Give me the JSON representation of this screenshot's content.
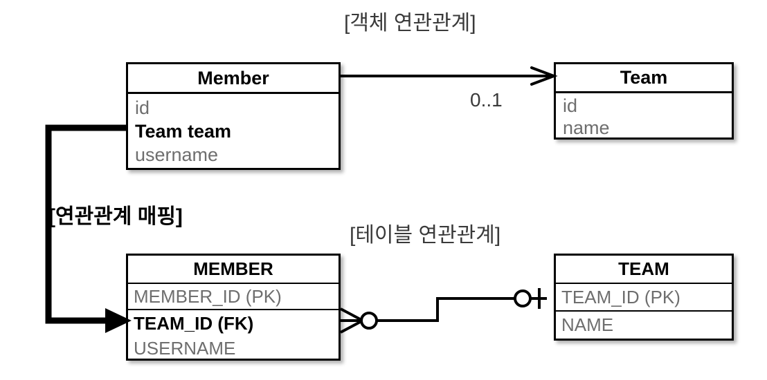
{
  "diagram": {
    "title_object": "[객체 연관관계]",
    "title_table": "[테이블 연관관계]",
    "title_mapping": "[연관관계 매핑]",
    "multiplicity": "0..1",
    "colors": {
      "stroke": "#000000",
      "text_muted": "#6e6e6e",
      "text_caption": "#3a3a3a",
      "background": "#ffffff"
    }
  },
  "object_model": {
    "member": {
      "name": "Member",
      "attributes": [
        {
          "text": "id",
          "emphasis": false
        },
        {
          "text": "Team team",
          "emphasis": true
        },
        {
          "text": "username",
          "emphasis": false
        }
      ]
    },
    "team": {
      "name": "Team",
      "attributes": [
        {
          "text": "id",
          "emphasis": false
        },
        {
          "text": "name",
          "emphasis": false
        }
      ]
    },
    "association": {
      "from": "Member",
      "to": "Team",
      "multiplicity": "0..1",
      "arrow": "open-arrow"
    }
  },
  "table_model": {
    "member": {
      "name": "MEMBER",
      "key_columns": [
        {
          "text": "MEMBER_ID (PK)",
          "emphasis": false
        }
      ],
      "columns": [
        {
          "text": "TEAM_ID (FK)",
          "emphasis": true
        },
        {
          "text": "USERNAME",
          "emphasis": false
        }
      ]
    },
    "team": {
      "name": "TEAM",
      "key_columns": [
        {
          "text": "TEAM_ID (PK)",
          "emphasis": false
        }
      ],
      "columns": [
        {
          "text": "NAME",
          "emphasis": false
        }
      ]
    },
    "relationship": {
      "left_cardinality": "zero-or-many-crowsfoot",
      "right_cardinality": "zero-or-one",
      "from": "MEMBER.TEAM_ID (FK)",
      "to": "TEAM.TEAM_ID (PK)"
    }
  },
  "mapping_arrow": {
    "from": "Member.Team team",
    "to": "MEMBER.TEAM_ID (FK)",
    "style": "thick-elbow-arrow"
  }
}
